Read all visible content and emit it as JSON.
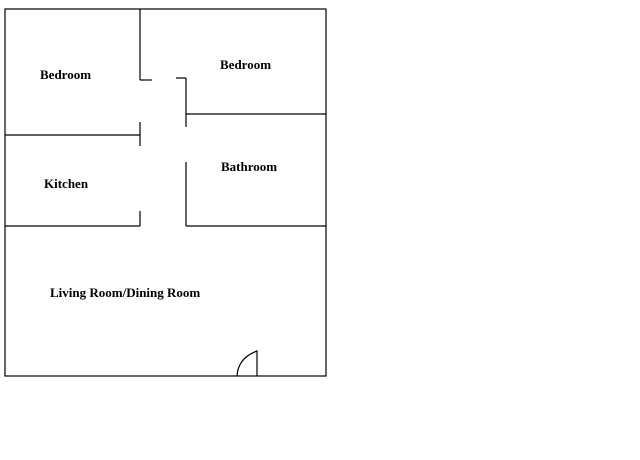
{
  "rooms": {
    "bedroom_left": "Bedroom",
    "bedroom_right": "Bedroom",
    "kitchen": "Kitchen",
    "bathroom": "Bathroom",
    "living_dining": "Living Room/Dining Room"
  },
  "colors": {
    "background": "#ffffff",
    "lines": "#000000"
  }
}
